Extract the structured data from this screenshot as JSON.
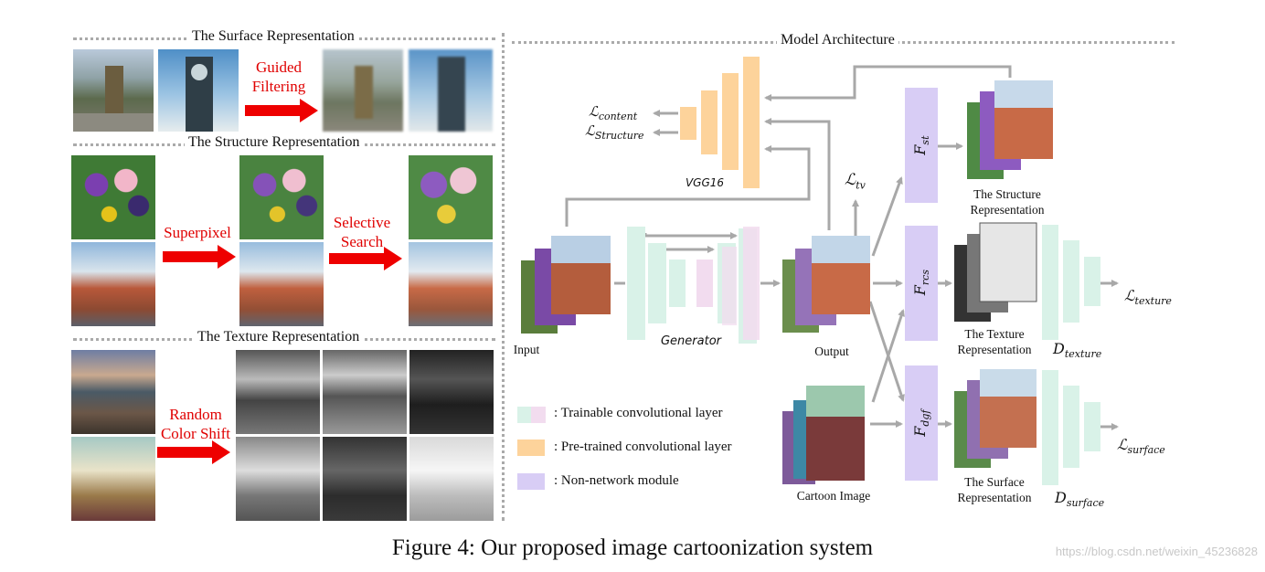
{
  "left_panel": {
    "surface_title": "The Surface Representation",
    "surface_op": [
      "Guided",
      "Filtering"
    ],
    "structure_title": "The Structure Representation",
    "structure_op1": "Superpixel",
    "structure_op2": [
      "Selective",
      "Search"
    ],
    "texture_title": "The Texture Representation",
    "texture_op": [
      "Random",
      "Color Shift"
    ]
  },
  "right_panel": {
    "title": "Model Architecture",
    "input_label": "Input",
    "generator_label": "Generator",
    "output_label": "Output",
    "vgg_label": "VGG16",
    "cartoon_label": "Cartoon Image",
    "loss_content": {
      "base": "ℒ",
      "sub": "content"
    },
    "loss_structure": {
      "base": "ℒ",
      "sub": "Structure"
    },
    "loss_tv": {
      "base": "ℒ",
      "sub": "tv"
    },
    "loss_texture": {
      "base": "ℒ",
      "sub": "texture"
    },
    "loss_surface": {
      "base": "ℒ",
      "sub": "surface"
    },
    "f_st": {
      "base": "F",
      "sub": "st"
    },
    "f_rcs": {
      "base": "F",
      "sub": "rcs"
    },
    "f_dgf": {
      "base": "F",
      "sub": "dgf"
    },
    "structure_rep_label": [
      "The Structure",
      "Representation"
    ],
    "texture_rep_label": [
      "The Texture",
      "Representation"
    ],
    "surface_rep_label": [
      "The Surface",
      "Representation"
    ],
    "d_texture": {
      "base": "D",
      "sub": "texture"
    },
    "d_surface": {
      "base": "D",
      "sub": "surface"
    }
  },
  "legend": {
    "trainable": ": Trainable convolutional layer",
    "pretrained": ": Pre-trained convolutional layer",
    "non_network": ": Non-network module"
  },
  "colors": {
    "trainable_green": "#d9f2e8",
    "trainable_pink": "#f2dcef",
    "pretrained_orange": "#fdd39b",
    "non_network_purple": "#d8cdf5",
    "operation_red": "#e00000",
    "arrow_gray": "#a8a8a8"
  },
  "caption": "Figure 4: Our proposed image cartoonization system",
  "watermark": "https://blog.csdn.net/weixin_45236828"
}
